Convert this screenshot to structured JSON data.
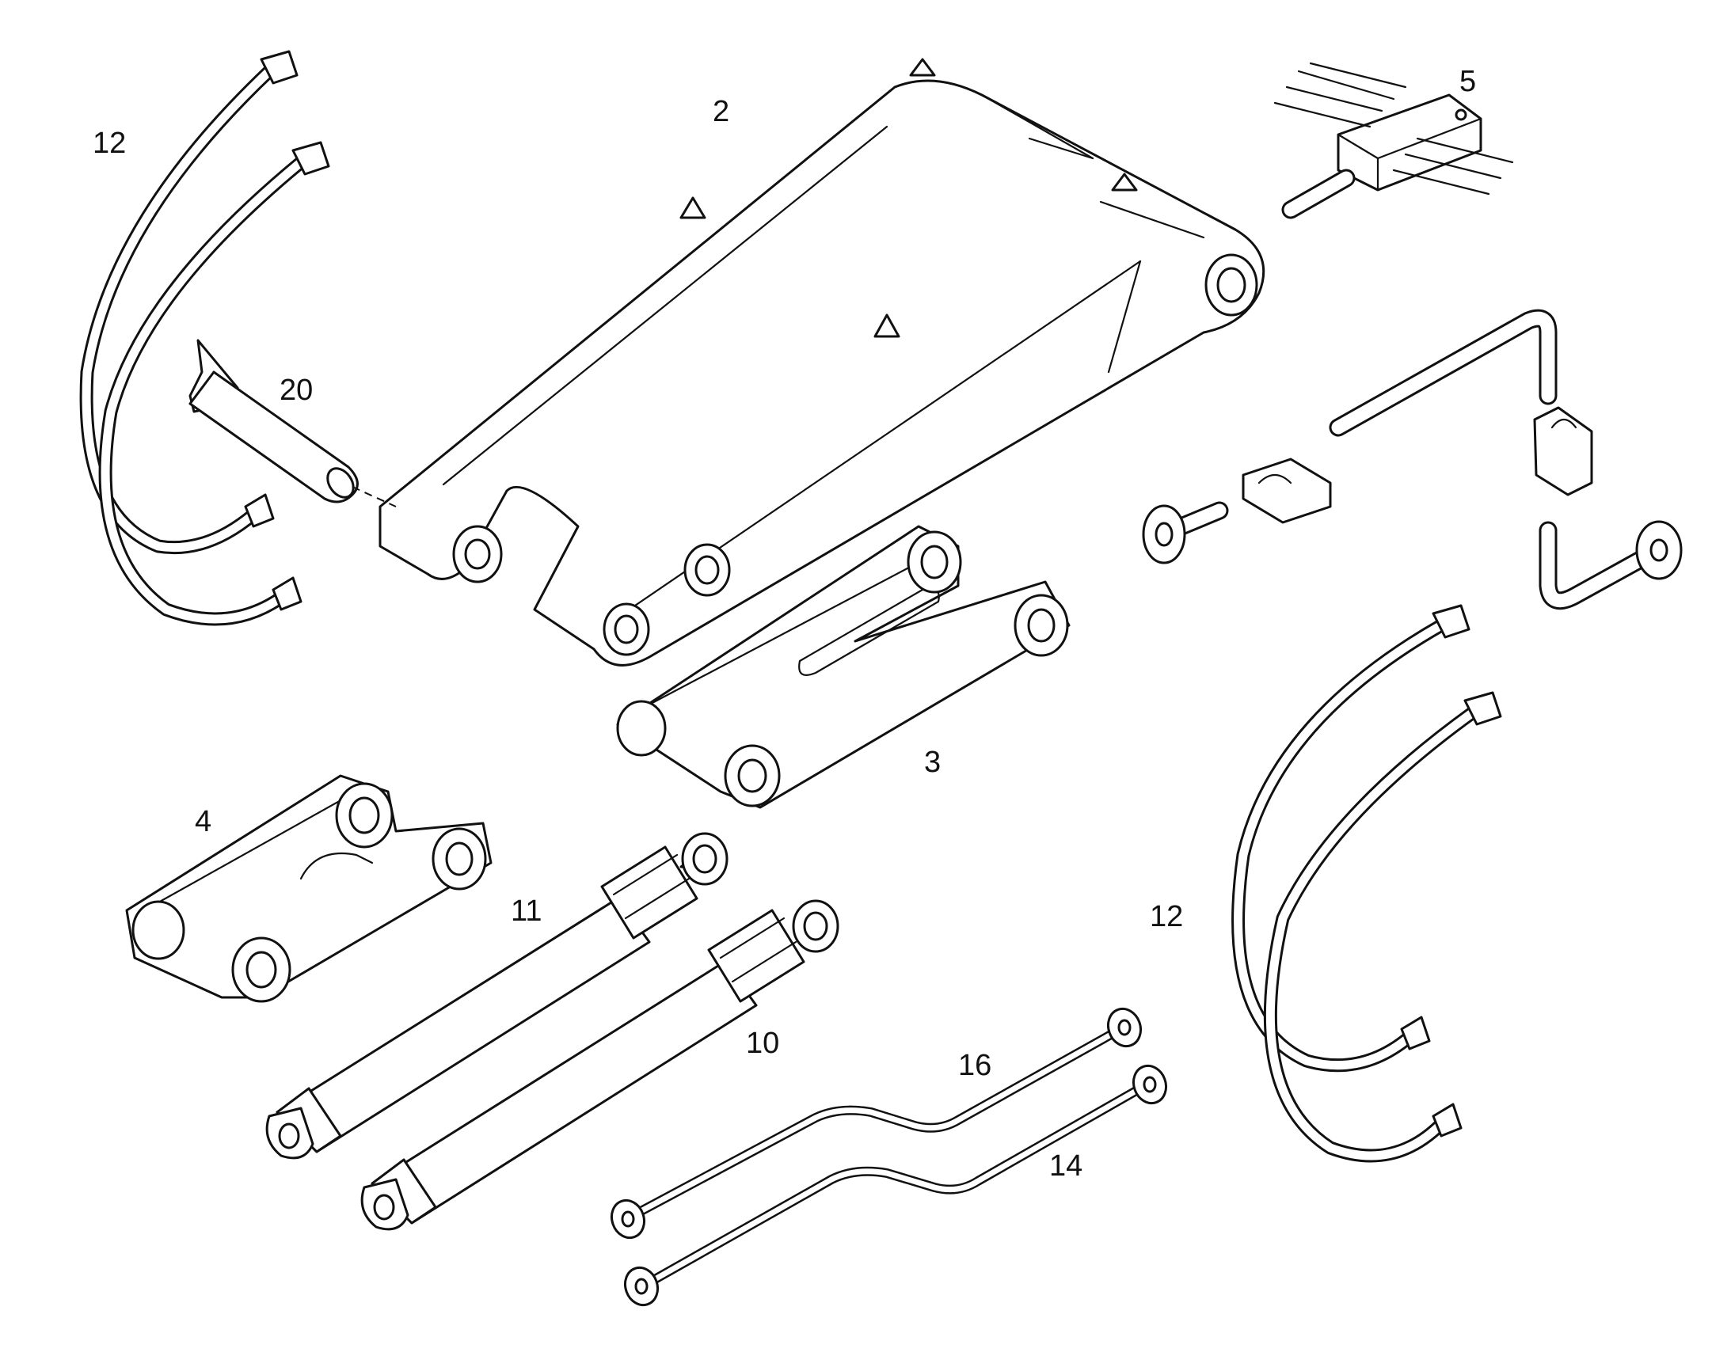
{
  "callouts": {
    "boom": "2",
    "link_a": "3",
    "link_b": "4",
    "valve_block": "5",
    "cylinder_10": "10",
    "cylinder_11": "11",
    "hoses_left": "12",
    "hoses_right": "12",
    "pipe_14": "14",
    "pipe_16": "16",
    "pin": "20"
  }
}
